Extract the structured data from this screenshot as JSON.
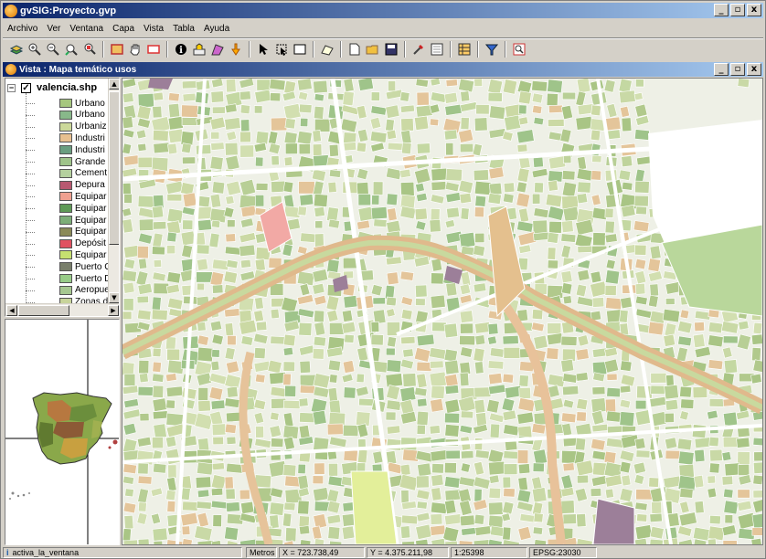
{
  "window": {
    "title": "gvSIG:Proyecto.gvp"
  },
  "window_buttons": [
    "_",
    "▫",
    "x"
  ],
  "menu": [
    "Archivo",
    "Ver",
    "Ventana",
    "Capa",
    "Vista",
    "Tabla",
    "Ayuda"
  ],
  "toolbar": {
    "icons": [
      "add-layer-icon",
      "zoom-in-icon",
      "zoom-out-icon",
      "zoom-previous-icon",
      "zoom-full-icon",
      "zoom-layer-icon",
      "pan-hand-icon",
      "zoom-rectangle-icon",
      "info-icon",
      "measure-distance-icon",
      "measure-area-icon",
      "select-by-point-icon",
      "pointer-icon",
      "select-icon",
      "select-rectangle-icon",
      "clear-selection-icon",
      "new-project-icon",
      "open-project-icon",
      "save-project-icon",
      "settings-icon",
      "locator-icon",
      "properties-icon",
      "filter-icon",
      "search-icon"
    ]
  },
  "view": {
    "title": "Vista : Mapa temático usos"
  },
  "toc": {
    "layer_name": "valencia.shp",
    "layer_checked": "✓",
    "legend": [
      {
        "label": "Urbano",
        "color": "#a6c77f"
      },
      {
        "label": "Urbano",
        "color": "#88b88a"
      },
      {
        "label": "Urbaniz",
        "color": "#ccd99a"
      },
      {
        "label": "Industri",
        "color": "#e8c090"
      },
      {
        "label": "Industri",
        "color": "#6a9e80"
      },
      {
        "label": "Grande",
        "color": "#9fc48a"
      },
      {
        "label": "Cement",
        "color": "#b5d19e"
      },
      {
        "label": "Depura",
        "color": "#b85870"
      },
      {
        "label": "Equipar",
        "color": "#f0a090"
      },
      {
        "label": "Equipar",
        "color": "#5e9a56"
      },
      {
        "label": "Equipar",
        "color": "#7cae78"
      },
      {
        "label": "Equipar",
        "color": "#8a8a58"
      },
      {
        "label": "Depósit",
        "color": "#e05060"
      },
      {
        "label": "Equipar",
        "color": "#c6e070"
      },
      {
        "label": "Puerto C",
        "color": "#787e6a"
      },
      {
        "label": "Puerto D",
        "color": "#98cc88"
      },
      {
        "label": "Aeropue",
        "color": "#a6c890"
      },
      {
        "label": "Zonas d",
        "color": "#c8d49a"
      }
    ]
  },
  "status": {
    "message": "activa_la_ventana",
    "units": "Metros",
    "x": "X = 723.738,49",
    "y": "Y = 4.375.211,98",
    "scale": "1:25398",
    "crs": "EPSG:23030"
  },
  "colors": {
    "titlebar_start": "#0a246a",
    "titlebar_end": "#a6caf0",
    "block_green": "#b8cf96",
    "block_pale": "#c9d9a6",
    "ring_road": "#e3b98d",
    "river_park": "#bdd293",
    "highlight_pink": "#f2a9a5",
    "industrial": "#9c7f99"
  }
}
